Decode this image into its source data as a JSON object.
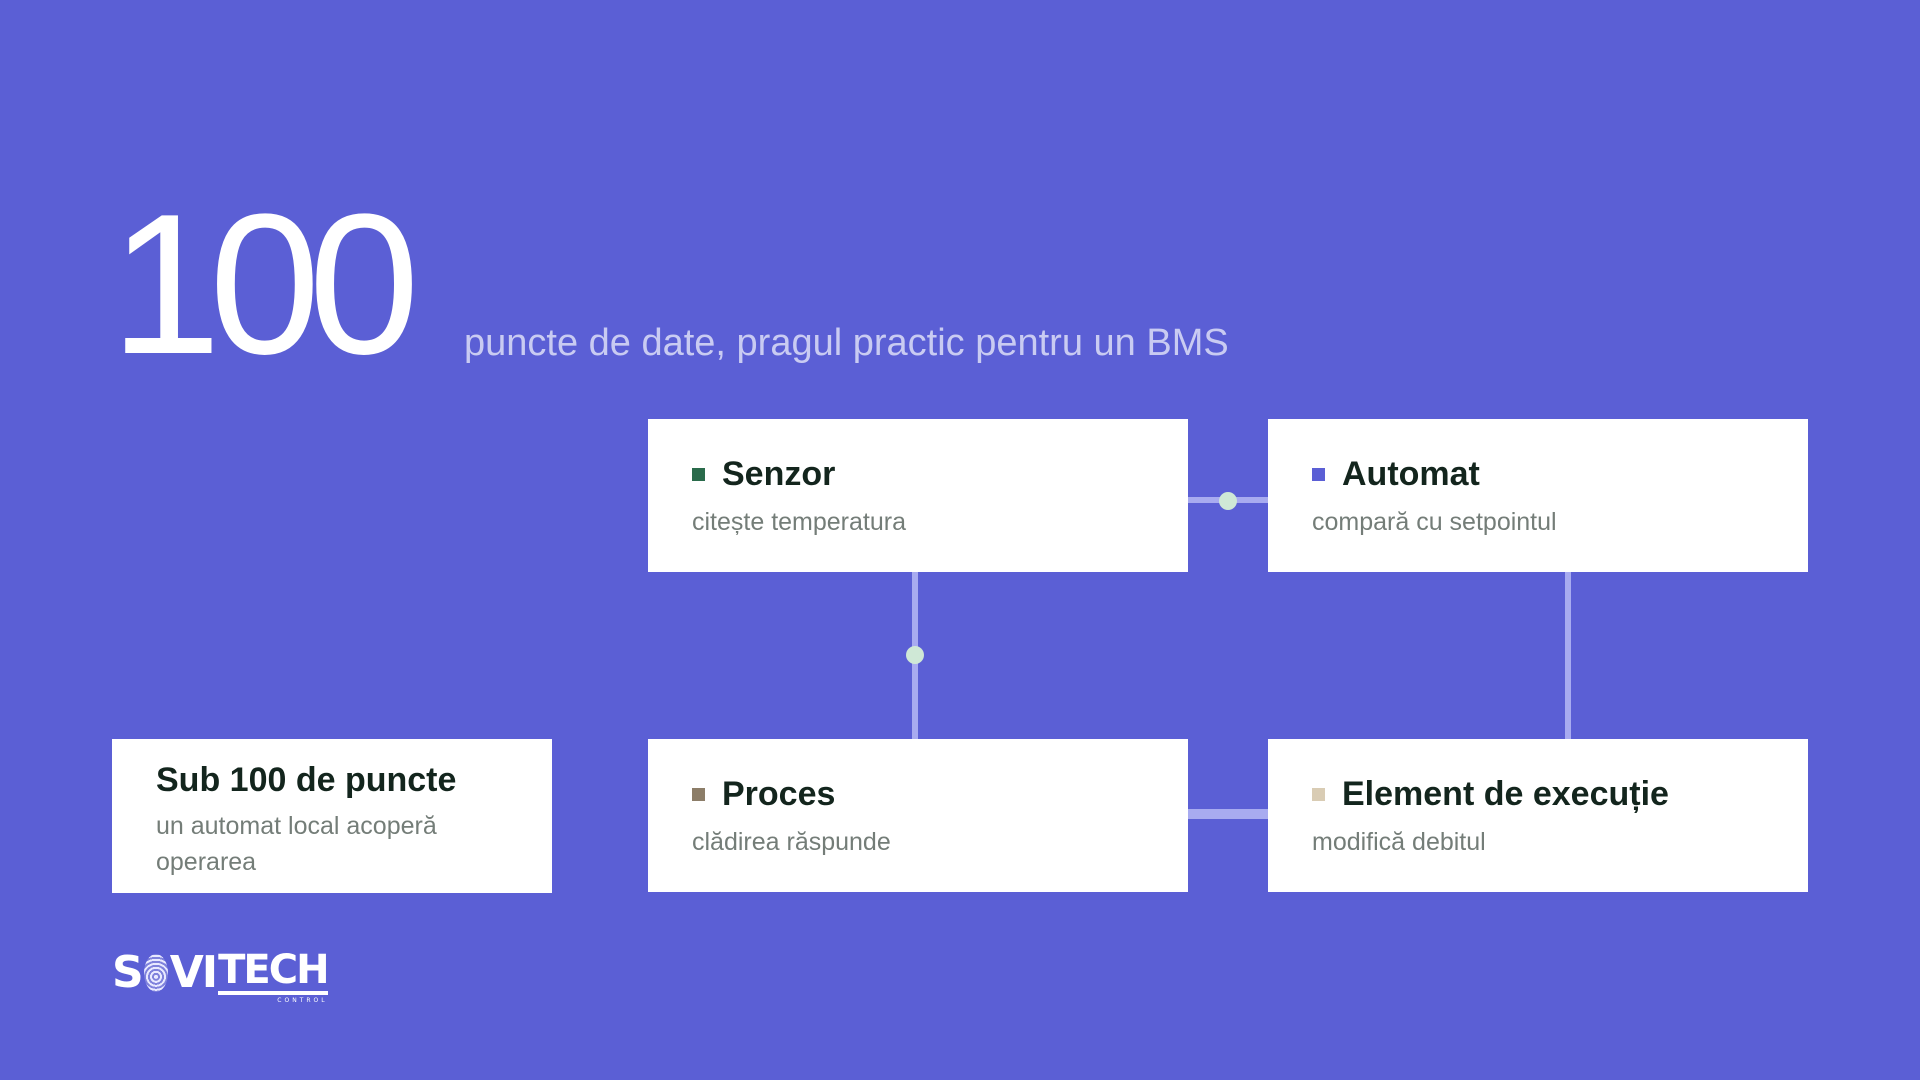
{
  "headline": {
    "number": "100",
    "caption": "puncte de date, pragul practic pentru un BMS"
  },
  "nodes": {
    "senzor": {
      "title": "Senzor",
      "desc": "citește temperatura",
      "color": "#2a6b4b"
    },
    "automat": {
      "title": "Automat",
      "desc": "compară cu setpointul",
      "color": "#5b5fd5"
    },
    "proces": {
      "title": "Proces",
      "desc": "clădirea răspunde",
      "color": "#8c7d68"
    },
    "element": {
      "title": "Element de execuție",
      "desc": "modifică debitul",
      "color": "#d9ccb4"
    }
  },
  "side_note": {
    "title": "Sub 100 de puncte",
    "desc": "un automat local acoperă operarea"
  },
  "logo": {
    "part1": "S",
    "part2": "VI",
    "part3": "TECH",
    "tagline": "CONTROL"
  },
  "colors": {
    "background": "#5b5fd5",
    "connector": "#a8abf0",
    "connector_dot": "#cfe8d6"
  }
}
